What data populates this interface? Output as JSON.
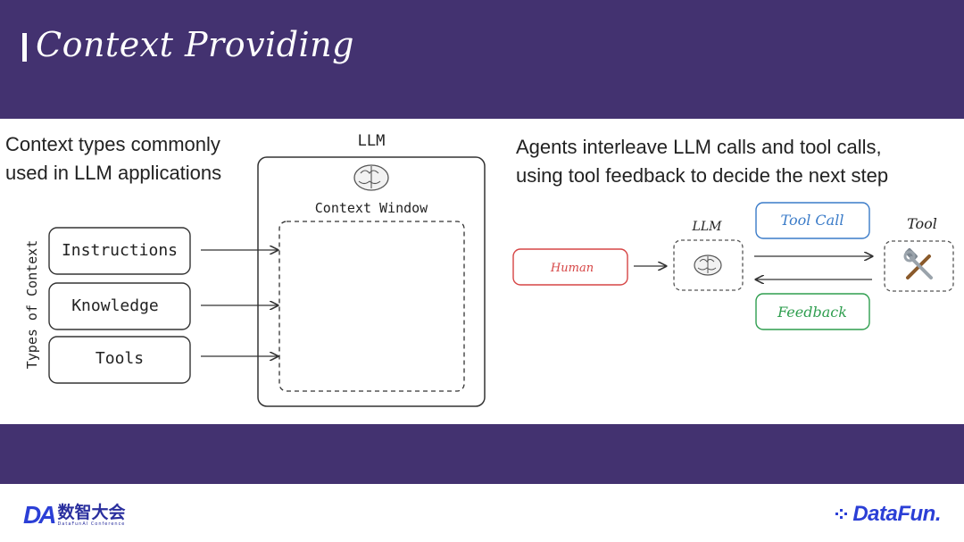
{
  "slide": {
    "title": "Context Providing"
  },
  "left_panel": {
    "caption_line1": "Context types commonly",
    "caption_line2": "used in LLM applications",
    "llm_label": "LLM",
    "context_window_label": "Context Window",
    "axis_label": "Types of Context",
    "context_types": [
      "Instructions",
      "Knowledge",
      "Tools"
    ]
  },
  "right_panel": {
    "caption_line1": "Agents interleave LLM calls and tool calls,",
    "caption_line2": "using tool feedback to decide the next step",
    "human_label": "Human",
    "llm_label": "LLM",
    "tool_label": "Tool",
    "tool_call_label": "Tool Call",
    "feedback_label": "Feedback",
    "tool_icon": "🛠️"
  },
  "colors": {
    "band": "#433270",
    "human": "#d64545",
    "tool_call": "#3a7bc8",
    "feedback": "#2f9e4f"
  },
  "footer": {
    "left_logo_letters": "DA",
    "left_logo_cn": "数智大会",
    "left_logo_en": "DataFunAI Conference",
    "right_logo": "DataFun."
  }
}
